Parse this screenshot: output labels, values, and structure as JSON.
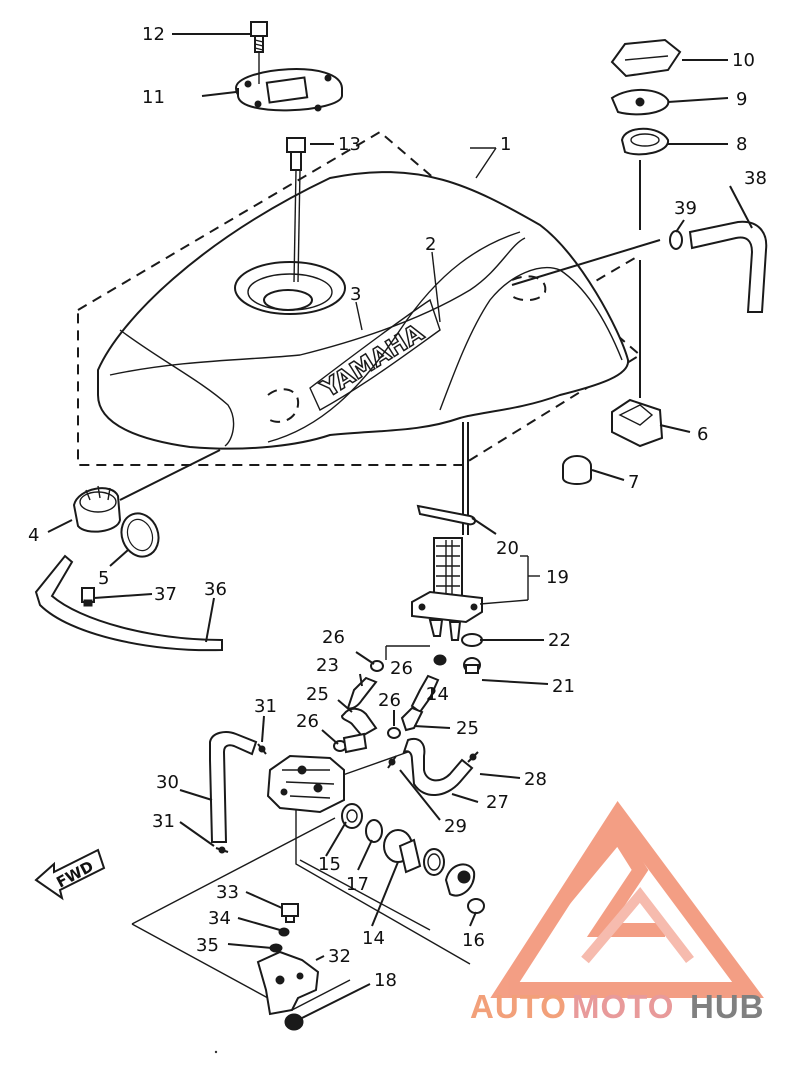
{
  "diagram": {
    "brand_lettering": "YAMAHA",
    "direction_marker": "FWD",
    "callouts": [
      "1",
      "2",
      "3",
      "4",
      "5",
      "6",
      "7",
      "8",
      "9",
      "10",
      "11",
      "12",
      "13",
      "14",
      "15",
      "16",
      "17",
      "18",
      "19",
      "20",
      "21",
      "22",
      "23",
      "24",
      "25",
      "25",
      "26",
      "26",
      "26",
      "26",
      "27",
      "28",
      "29",
      "30",
      "31",
      "31",
      "32",
      "33",
      "34",
      "35",
      "36",
      "37",
      "38",
      "39"
    ]
  },
  "watermark": {
    "part1": "AUTO",
    "part2": "MOTO",
    "part3": "HUB",
    "color_primary": "#f28e6f",
    "color_secondary": "#e6a0a0",
    "color_dark": "#8a8a8a"
  }
}
